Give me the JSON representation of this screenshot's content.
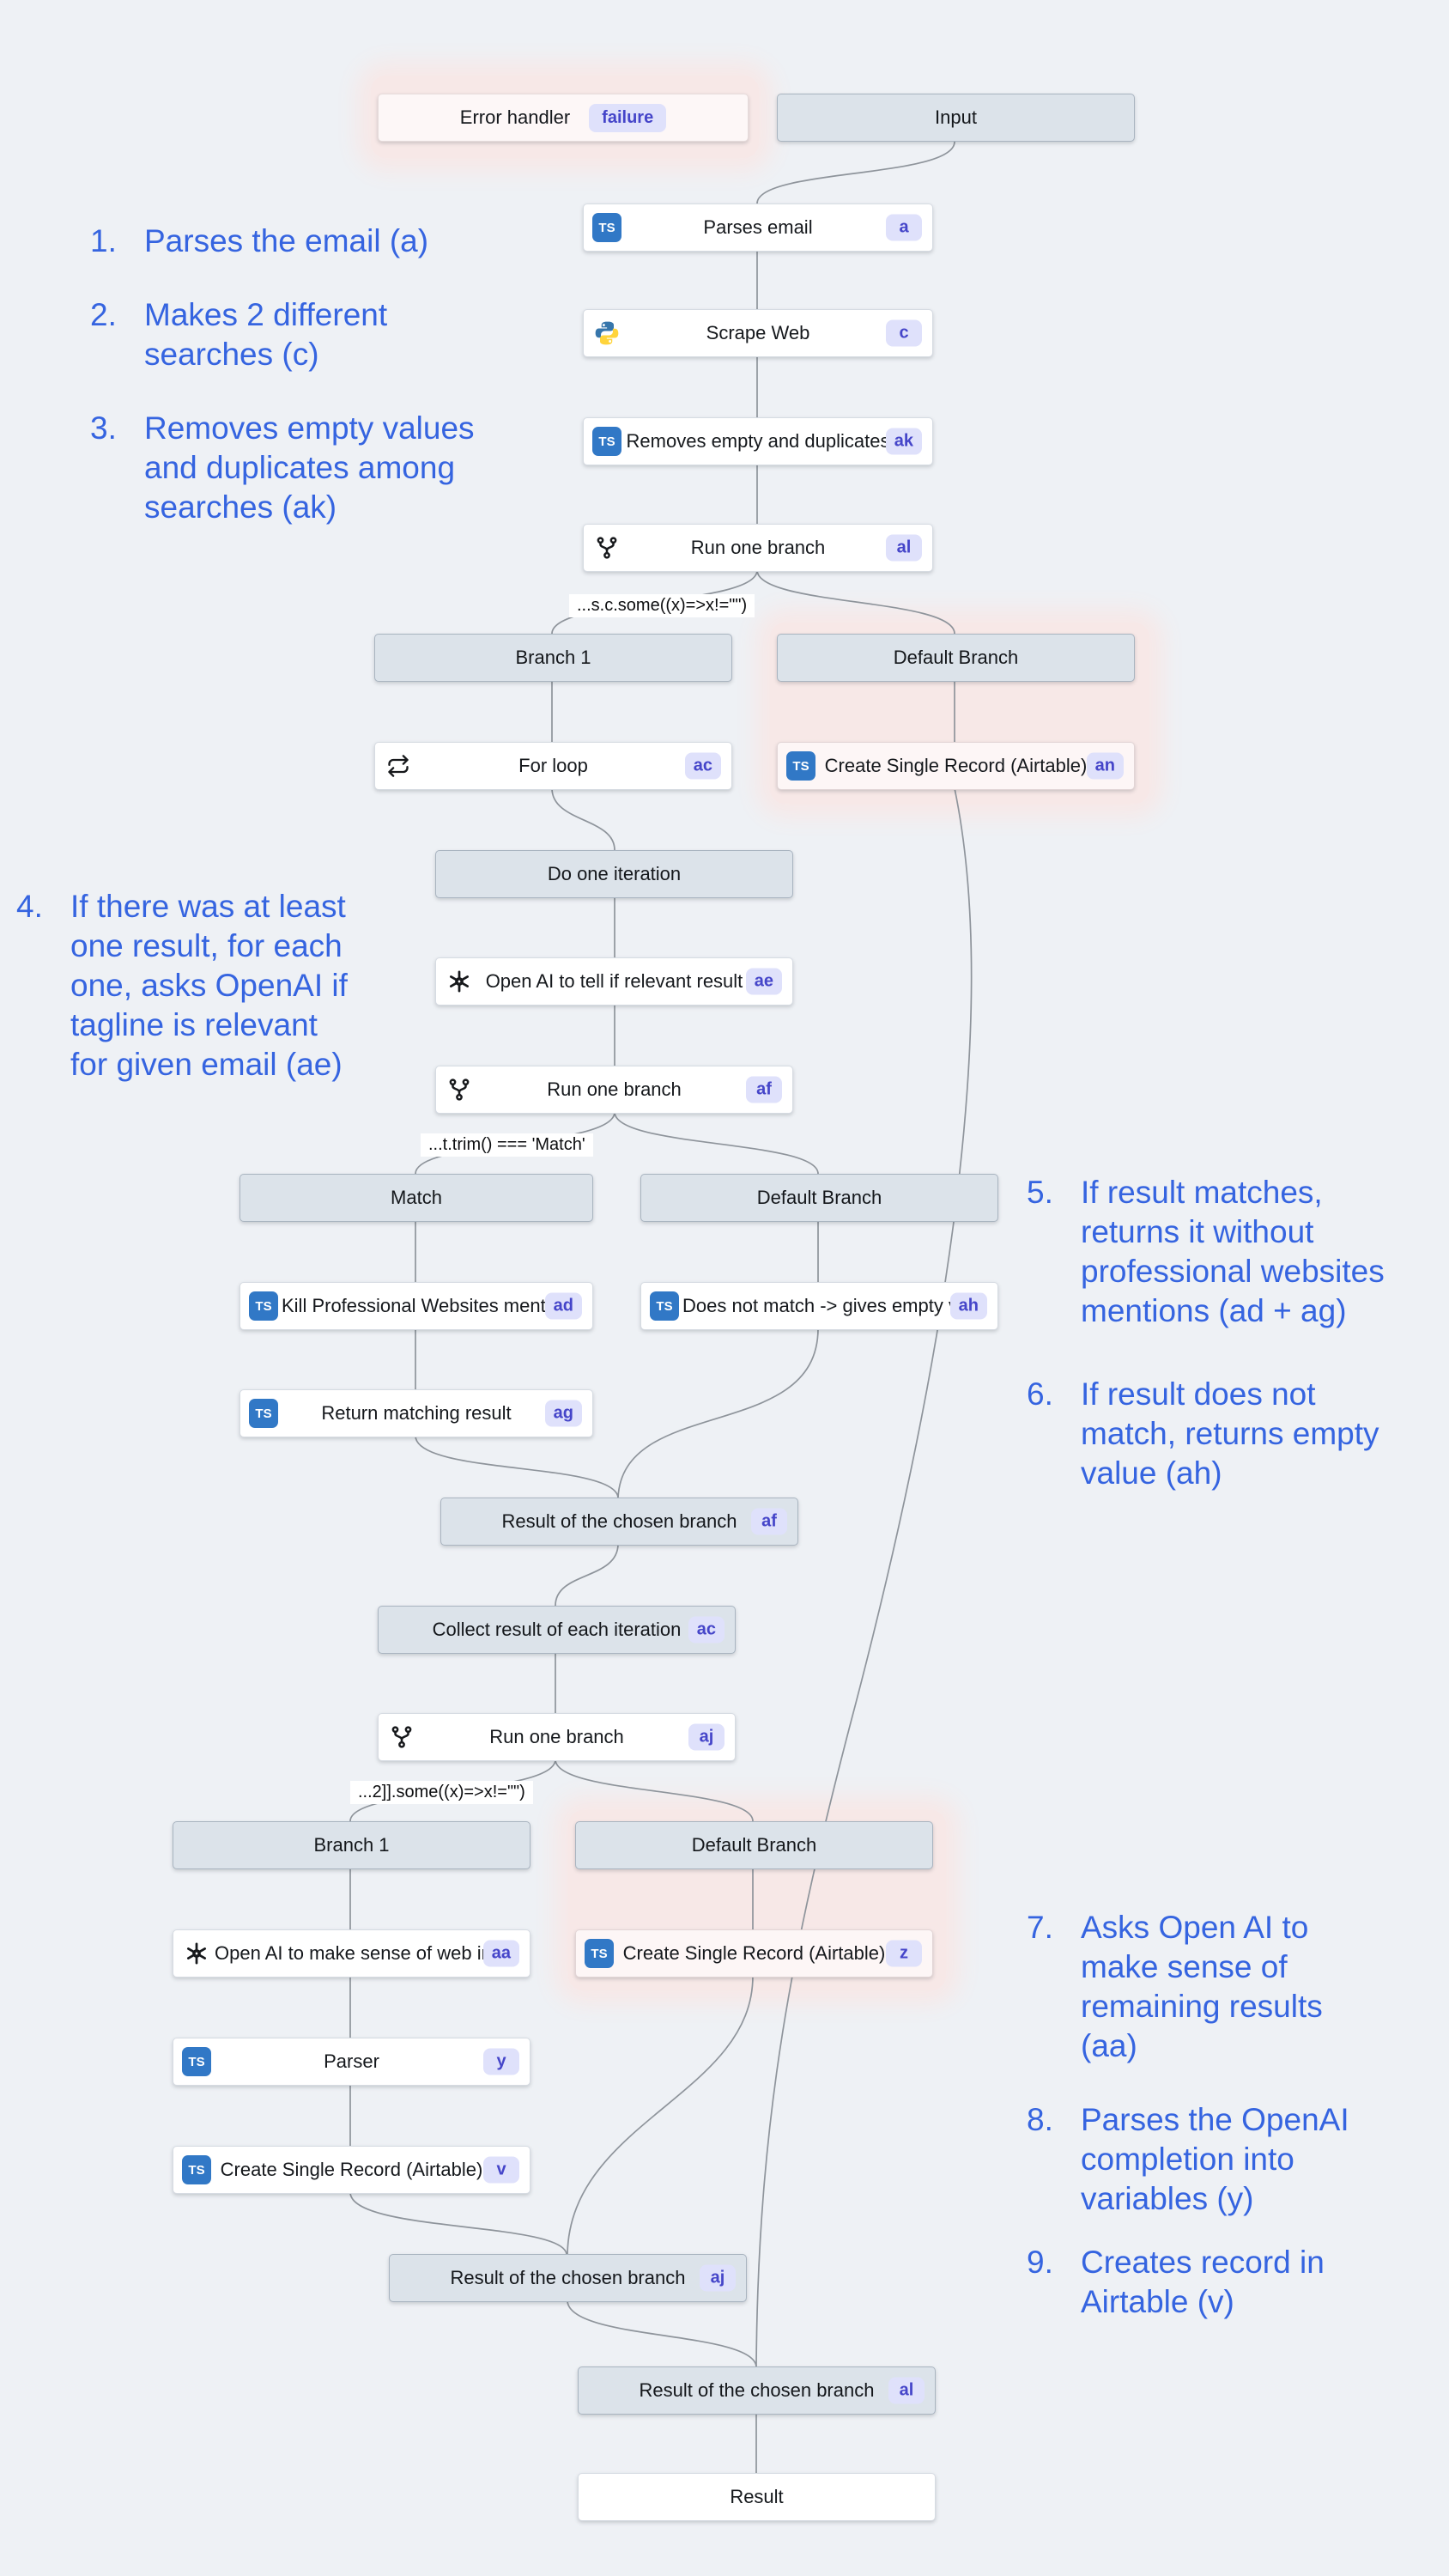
{
  "nodes": {
    "error_handler": {
      "label": "Error handler",
      "badge": "failure"
    },
    "input": {
      "label": "Input"
    },
    "parses_email": {
      "label": "Parses email",
      "badge": "a"
    },
    "scrape_web": {
      "label": "Scrape Web",
      "badge": "c"
    },
    "removes_empty": {
      "label": "Removes empty and duplicates",
      "badge": "ak"
    },
    "run_branch_al": {
      "label": "Run one branch",
      "badge": "al"
    },
    "branch1_top": {
      "label": "Branch 1"
    },
    "default_top": {
      "label": "Default Branch"
    },
    "for_loop": {
      "label": "For loop",
      "badge": "ac"
    },
    "create_an": {
      "label": "Create Single Record (Airtable)",
      "badge": "an"
    },
    "do_iteration": {
      "label": "Do one iteration"
    },
    "openai_ae": {
      "label": "Open AI to tell if relevant result",
      "badge": "ae"
    },
    "run_branch_af": {
      "label": "Run one branch",
      "badge": "af"
    },
    "match": {
      "label": "Match"
    },
    "default_mid": {
      "label": "Default Branch"
    },
    "kill_ad": {
      "label": "Kill Professional Websites mentions",
      "badge": "ad"
    },
    "nomatch_ah": {
      "label": "Does not match -> gives empty value",
      "badge": "ah"
    },
    "return_ag": {
      "label": "Return matching result",
      "badge": "ag"
    },
    "result_af": {
      "label": "Result of the chosen branch",
      "badge": "af"
    },
    "collect_ac": {
      "label": "Collect result of each iteration",
      "badge": "ac"
    },
    "run_branch_aj": {
      "label": "Run one branch",
      "badge": "aj"
    },
    "branch1_bot": {
      "label": "Branch 1"
    },
    "default_bot": {
      "label": "Default Branch"
    },
    "openai_aa": {
      "label": "Open AI to make sense of web info",
      "badge": "aa"
    },
    "create_z": {
      "label": "Create Single Record (Airtable)",
      "badge": "z"
    },
    "parser_y": {
      "label": "Parser",
      "badge": "y"
    },
    "create_v": {
      "label": "Create Single Record (Airtable)",
      "badge": "v"
    },
    "result_aj": {
      "label": "Result of the chosen branch",
      "badge": "aj"
    },
    "result_al": {
      "label": "Result of the chosen branch",
      "badge": "al"
    },
    "result": {
      "label": "Result"
    }
  },
  "conditions": {
    "c1": "...s.c.some((x)=>x!=\"\")",
    "c2": "...t.trim() === 'Match'",
    "c3": "...2]].some((x)=>x!=\"\")"
  },
  "annotations": [
    {
      "num": "1.",
      "text": "Parses the email (a)"
    },
    {
      "num": "2.",
      "text": "Makes 2 different\nsearches (c)"
    },
    {
      "num": "3.",
      "text": "Removes empty values\nand duplicates among\nsearches (ak)"
    },
    {
      "num": "4.",
      "text": "If there was at least\none result, for each\none, asks OpenAI if\ntagline is relevant\nfor given email (ae)"
    },
    {
      "num": "5.",
      "text": "If result matches,\nreturns it without\nprofessional websites\nmentions (ad + ag)"
    },
    {
      "num": "6.",
      "text": "If result does not\nmatch, returns empty\nvalue (ah)"
    },
    {
      "num": "7.",
      "text": "Asks Open AI to\nmake sense of\nremaining results\n(aa)"
    },
    {
      "num": "8.",
      "text": "Parses the OpenAI\ncompletion into\nvariables (y)"
    },
    {
      "num": "9.",
      "text": "Creates record in\nAirtable (v)"
    }
  ],
  "icons": {
    "ts": "TS"
  },
  "colors": {
    "background": "#eef1f5",
    "annotation_blue": "#3564e0",
    "badge_bg": "#dfe1fb",
    "badge_text": "#4545c9",
    "header_node": "#dce3ea",
    "pink_highlight": "#f7e8e7",
    "typescript_blue": "#3178c6",
    "connector_gray": "#8e949b"
  }
}
